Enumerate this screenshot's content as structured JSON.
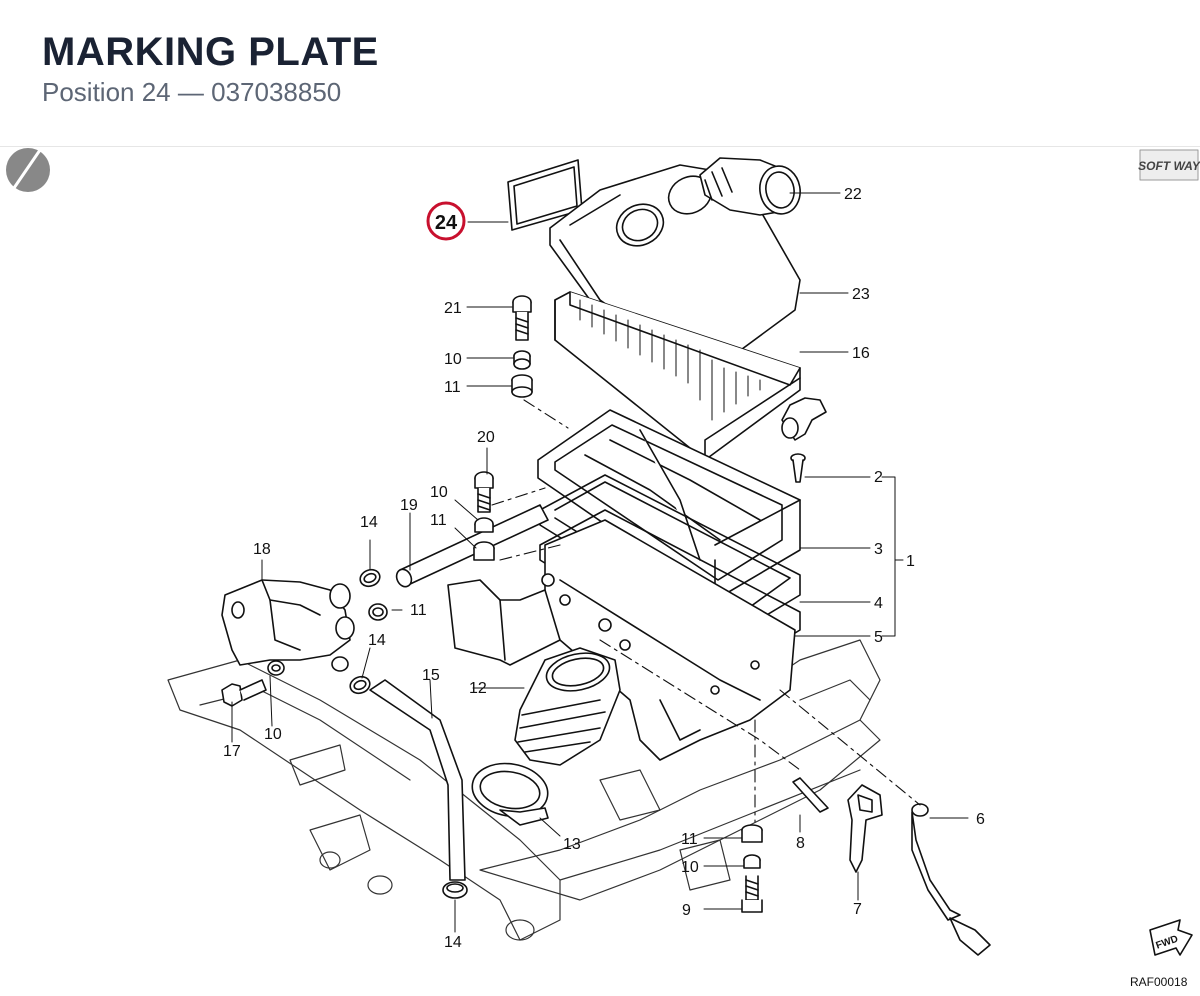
{
  "header": {
    "title": "MARKING PLATE",
    "position_label": "Position 24",
    "separator": "—",
    "part_number": "037038850"
  },
  "diagram": {
    "highlighted_callout": "24",
    "brand_logo": "SOFT WAY",
    "drawing_code": "RAF00018",
    "fwd_label": "FWD",
    "callouts": {
      "c1": "1",
      "c2": "2",
      "c3": "3",
      "c4": "4",
      "c5": "5",
      "c6": "6",
      "c7": "7",
      "c8": "8",
      "c9": "9",
      "c10a": "10",
      "c10b": "10",
      "c10c": "10",
      "c10d": "10",
      "c11a": "11",
      "c11b": "11",
      "c11c": "11",
      "c11d": "11",
      "c12": "12",
      "c13": "13",
      "c14a": "14",
      "c14b": "14",
      "c14c": "14",
      "c15": "15",
      "c16": "16",
      "c17": "17",
      "c18": "18",
      "c19": "19",
      "c20": "20",
      "c21": "21",
      "c22": "22",
      "c23": "23"
    },
    "highlight_color": "#c8102e"
  }
}
